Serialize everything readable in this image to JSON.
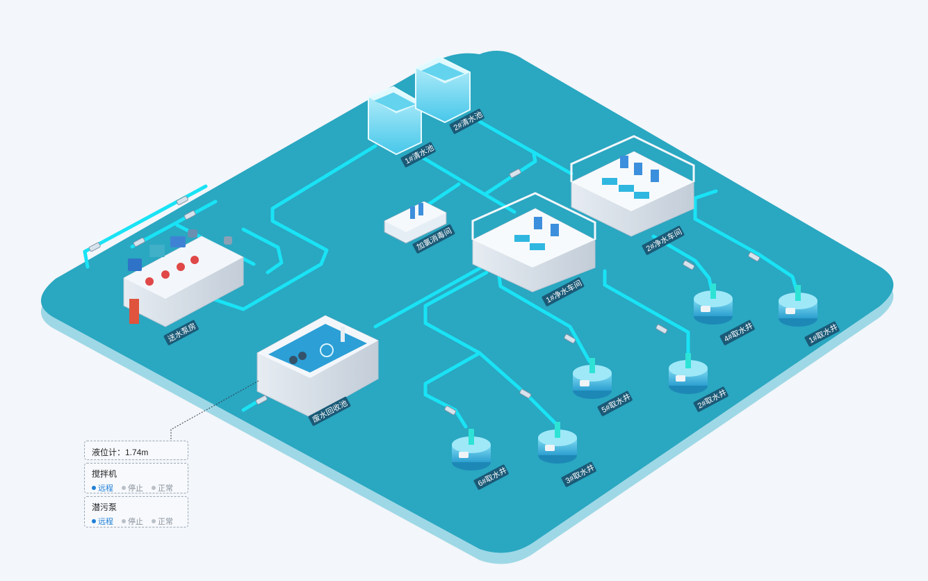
{
  "colors": {
    "platform": "#2aa7c1",
    "pipe": "#19e3f5",
    "label_bg": "#1a5a77",
    "building": "#eef3f8",
    "active": "#1e7fd6"
  },
  "facilities": {
    "pump_room": "送水泵房",
    "waste_pool": "废水回收池",
    "dosing_room": "加氯消毒间",
    "clear_pool_1": "1#清水池",
    "clear_pool_2": "2#清水池",
    "workshop_1": "1#净水车间",
    "workshop_2": "2#净水车间",
    "well_1": "1#取水井",
    "well_2": "2#取水井",
    "well_3": "3#取水井",
    "well_4": "4#取水井",
    "well_5": "5#取水井",
    "well_6": "6#取水井"
  },
  "panel": {
    "level": "液位计：1.74m",
    "mixer": {
      "title": "搅拌机",
      "status": [
        "远程",
        "停止",
        "正常"
      ],
      "active_index": 0
    },
    "sewage_pump": {
      "title": "潜污泵",
      "status": [
        "远程",
        "停止",
        "正常"
      ],
      "active_index": 0
    }
  }
}
